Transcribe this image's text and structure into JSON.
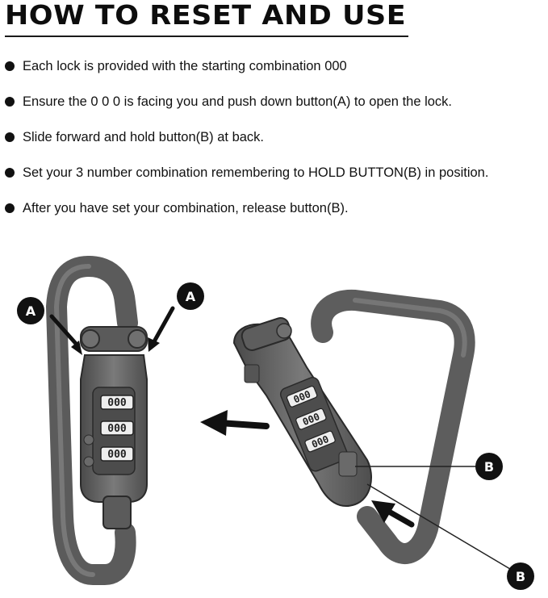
{
  "title": "HOW TO RESET AND USE",
  "instructions": [
    "Each lock is provided with the starting combination 000",
    "Ensure the 0 0 0 is facing you and push down button(A) to open the lock.",
    "Slide forward and hold button(B) at back.",
    "Set your 3 number combination remembering to HOLD BUTTON(B) in position.",
    "After you have set your combination, release button(B)."
  ],
  "callouts": {
    "a_left": "A",
    "a_right": "A",
    "b_upper": "B",
    "b_lower": "B"
  },
  "dials": {
    "left_lock": [
      "000",
      "000",
      "000"
    ],
    "right_lock": [
      "000",
      "000",
      "000"
    ]
  }
}
